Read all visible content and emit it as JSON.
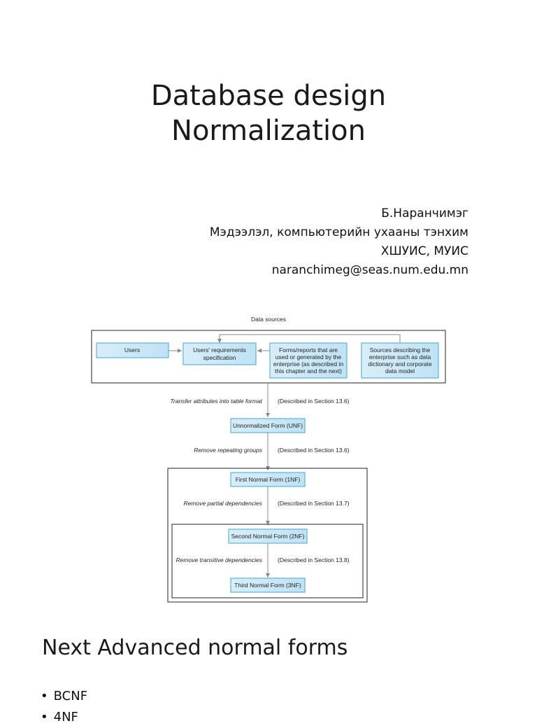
{
  "slide": {
    "title_line1": "Database design",
    "title_line2": "Normalization",
    "author": {
      "name": "Б.Наранчимэг",
      "department": "Мэдээлэл, компьютерийн ухааны тэнхим",
      "school": "ХШУИС, МУИС",
      "email": "naranchimeg@seas.num.edu.mn"
    }
  },
  "diagram": {
    "top_label": "Data sources",
    "sources": {
      "users": "Users",
      "requirements": [
        "Users' requirements",
        "specification"
      ],
      "forms": [
        "Forms/reports that are",
        "used or generated by the",
        "enterprise (as described in",
        "this chapter and the next)"
      ],
      "sources": [
        "Sources describing the",
        "enterprise such as data",
        "dictionary and corporate",
        "data model"
      ]
    },
    "steps": [
      {
        "action": "Transfer attributes into table format",
        "ref": "(Described in Section 13.6)"
      },
      {
        "action": "Remove repeating groups",
        "ref": "(Described in Section 13.6)"
      },
      {
        "action": "Remove partial dependencies",
        "ref": "(Described in Section 13.7)"
      },
      {
        "action": "Remove transitive dependencies",
        "ref": "(Described in Section 13.8)"
      }
    ],
    "forms_list": {
      "unf": "Unnormalized Form (UNF)",
      "nf1": "First Normal Form (1NF)",
      "nf2": "Second Normal Form (2NF)",
      "nf3": "Third Normal Form (3NF)"
    },
    "colors": {
      "box_fill": "#cfe9f7",
      "box_stroke": "#3fa7d6",
      "line": "#888888"
    }
  },
  "next_section": {
    "heading": "Next Advanced normal forms",
    "items": [
      "BCNF",
      "4NF"
    ]
  }
}
